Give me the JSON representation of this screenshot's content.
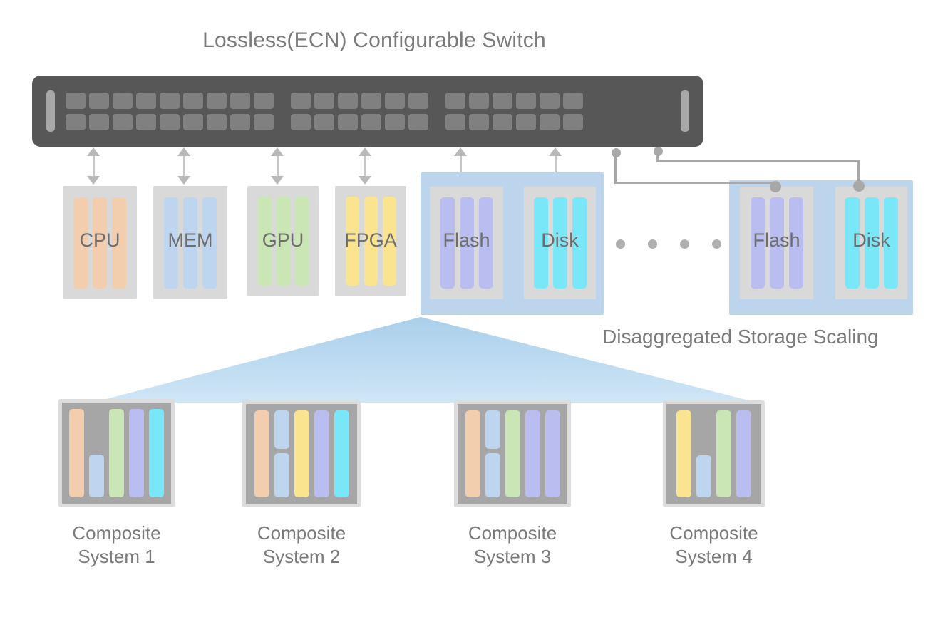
{
  "titles": {
    "main": "Lossless(ECN) Configurable Switch",
    "scaling": "Disaggregated Storage Scaling"
  },
  "switch": {
    "port_groups": [
      9,
      6,
      6
    ],
    "port_rows": 2,
    "body_color": "#575757",
    "port_color": "#808080",
    "endbar_color": "#a8a8a8"
  },
  "modules": [
    {
      "label": "CPU",
      "color": "#f2cdae",
      "bars": 3
    },
    {
      "label": "MEM",
      "color": "#bdd5ef",
      "bars": 3
    },
    {
      "label": "GPU",
      "color": "#c9e6b4",
      "bars": 3
    },
    {
      "label": "FPGA",
      "color": "#fae490",
      "bars": 3
    },
    {
      "label": "Flash",
      "color": "#b9bdf0",
      "bars": 3
    },
    {
      "label": "Disk",
      "color": "#79e7f7",
      "bars": 3
    },
    {
      "label": "Flash",
      "color": "#b9bdf0",
      "bars": 3
    },
    {
      "label": "Disk",
      "color": "#79e7f7",
      "bars": 3
    }
  ],
  "storage": {
    "panel_color": "#bdd5ec",
    "ellipsis_count": 4,
    "link_color": "#a8a8a8"
  },
  "fan": {
    "color_top": "#a9cfeb",
    "color_bottom": "#cfe6f6"
  },
  "composite_systems": [
    {
      "label": "Composite\nSystem 1",
      "slots": [
        {
          "segments": [
            {
              "color": "#f2cdae",
              "pct": 100
            }
          ]
        },
        {
          "segments": [
            {
              "color": "#bdd5ef",
              "pct": 48
            }
          ],
          "align": "bottom"
        },
        {
          "segments": [
            {
              "color": "#c9e6b4",
              "pct": 100
            }
          ]
        },
        {
          "segments": [
            {
              "color": "#b9bdf0",
              "pct": 100
            }
          ]
        },
        {
          "segments": [
            {
              "color": "#79e7f7",
              "pct": 100
            }
          ]
        }
      ]
    },
    {
      "label": "Composite\nSystem 2",
      "slots": [
        {
          "segments": [
            {
              "color": "#f2cdae",
              "pct": 100
            }
          ]
        },
        {
          "segments": [
            {
              "color": "#bdd5ef",
              "pct": 45
            },
            {
              "color": "#bdd5ef",
              "pct": 52
            }
          ]
        },
        {
          "segments": [
            {
              "color": "#fae490",
              "pct": 100
            }
          ]
        },
        {
          "segments": [
            {
              "color": "#b9bdf0",
              "pct": 100
            }
          ]
        },
        {
          "segments": [
            {
              "color": "#79e7f7",
              "pct": 100
            }
          ]
        }
      ]
    },
    {
      "label": "Composite\nSystem 3",
      "slots": [
        {
          "segments": [
            {
              "color": "#f2cdae",
              "pct": 100
            }
          ]
        },
        {
          "segments": [
            {
              "color": "#bdd5ef",
              "pct": 45
            },
            {
              "color": "#bdd5ef",
              "pct": 52
            }
          ]
        },
        {
          "segments": [
            {
              "color": "#c9e6b4",
              "pct": 100
            }
          ]
        },
        {
          "segments": [
            {
              "color": "#b9bdf0",
              "pct": 100
            }
          ]
        },
        {
          "segments": [
            {
              "color": "#b9bdf0",
              "pct": 100
            }
          ]
        }
      ]
    },
    {
      "label": "Composite\nSystem 4",
      "slots": [
        {
          "segments": [
            {
              "color": "#fae490",
              "pct": 100
            }
          ]
        },
        {
          "segments": [
            {
              "color": "#bdd5ef",
              "pct": 48
            }
          ],
          "align": "bottom"
        },
        {
          "segments": [
            {
              "color": "#c9e6b4",
              "pct": 100
            }
          ]
        },
        {
          "segments": [
            {
              "color": "#b9bdf0",
              "pct": 100
            }
          ]
        }
      ]
    }
  ]
}
